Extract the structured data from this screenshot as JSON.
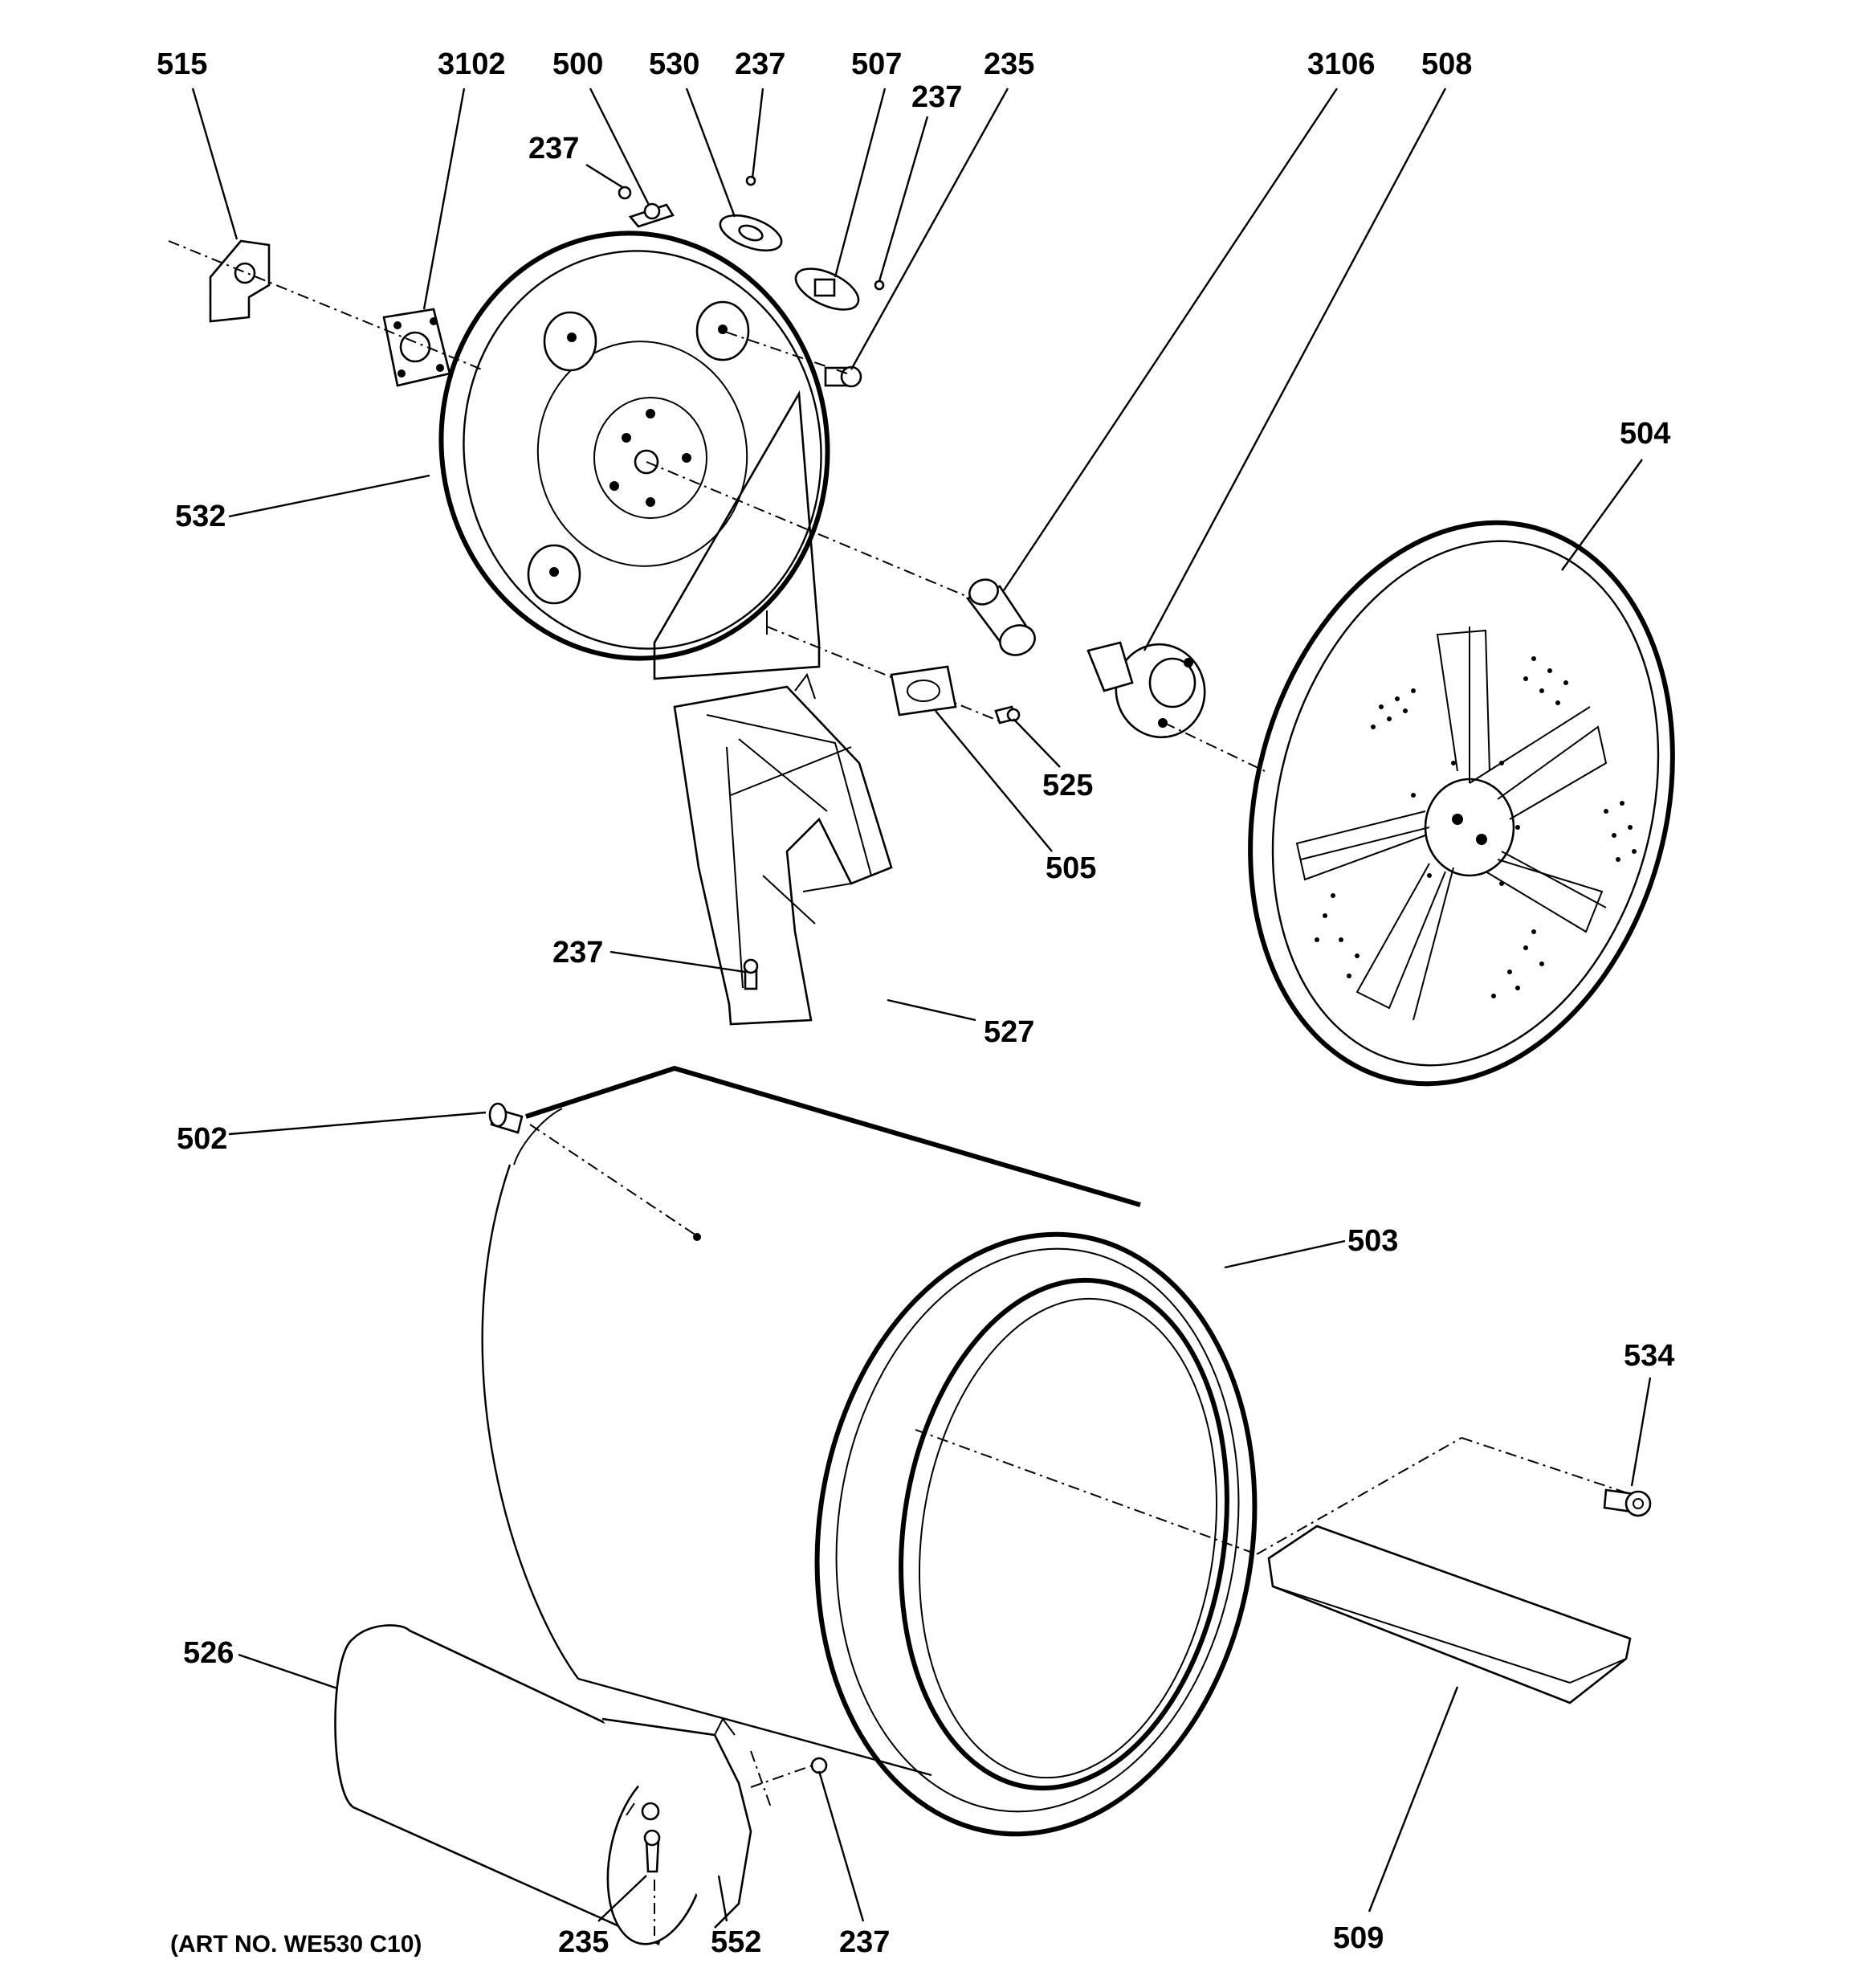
{
  "callouts": {
    "c515": "515",
    "c3102": "3102",
    "c500": "500",
    "c530": "530",
    "c237_top": "237",
    "c507": "507",
    "c237_top2": "237",
    "c235_top": "235",
    "c3106": "3106",
    "c508": "508",
    "c237_left": "237",
    "c532": "532",
    "c504": "504",
    "c525": "525",
    "c505": "505",
    "c237_duct": "237",
    "c527": "527",
    "c502": "502",
    "c503": "503",
    "c534": "534",
    "c526": "526",
    "c235_bottom": "235",
    "c552": "552",
    "c237_bottom": "237",
    "c509": "509"
  },
  "art_number": "(ART NO. WE530 C10)"
}
